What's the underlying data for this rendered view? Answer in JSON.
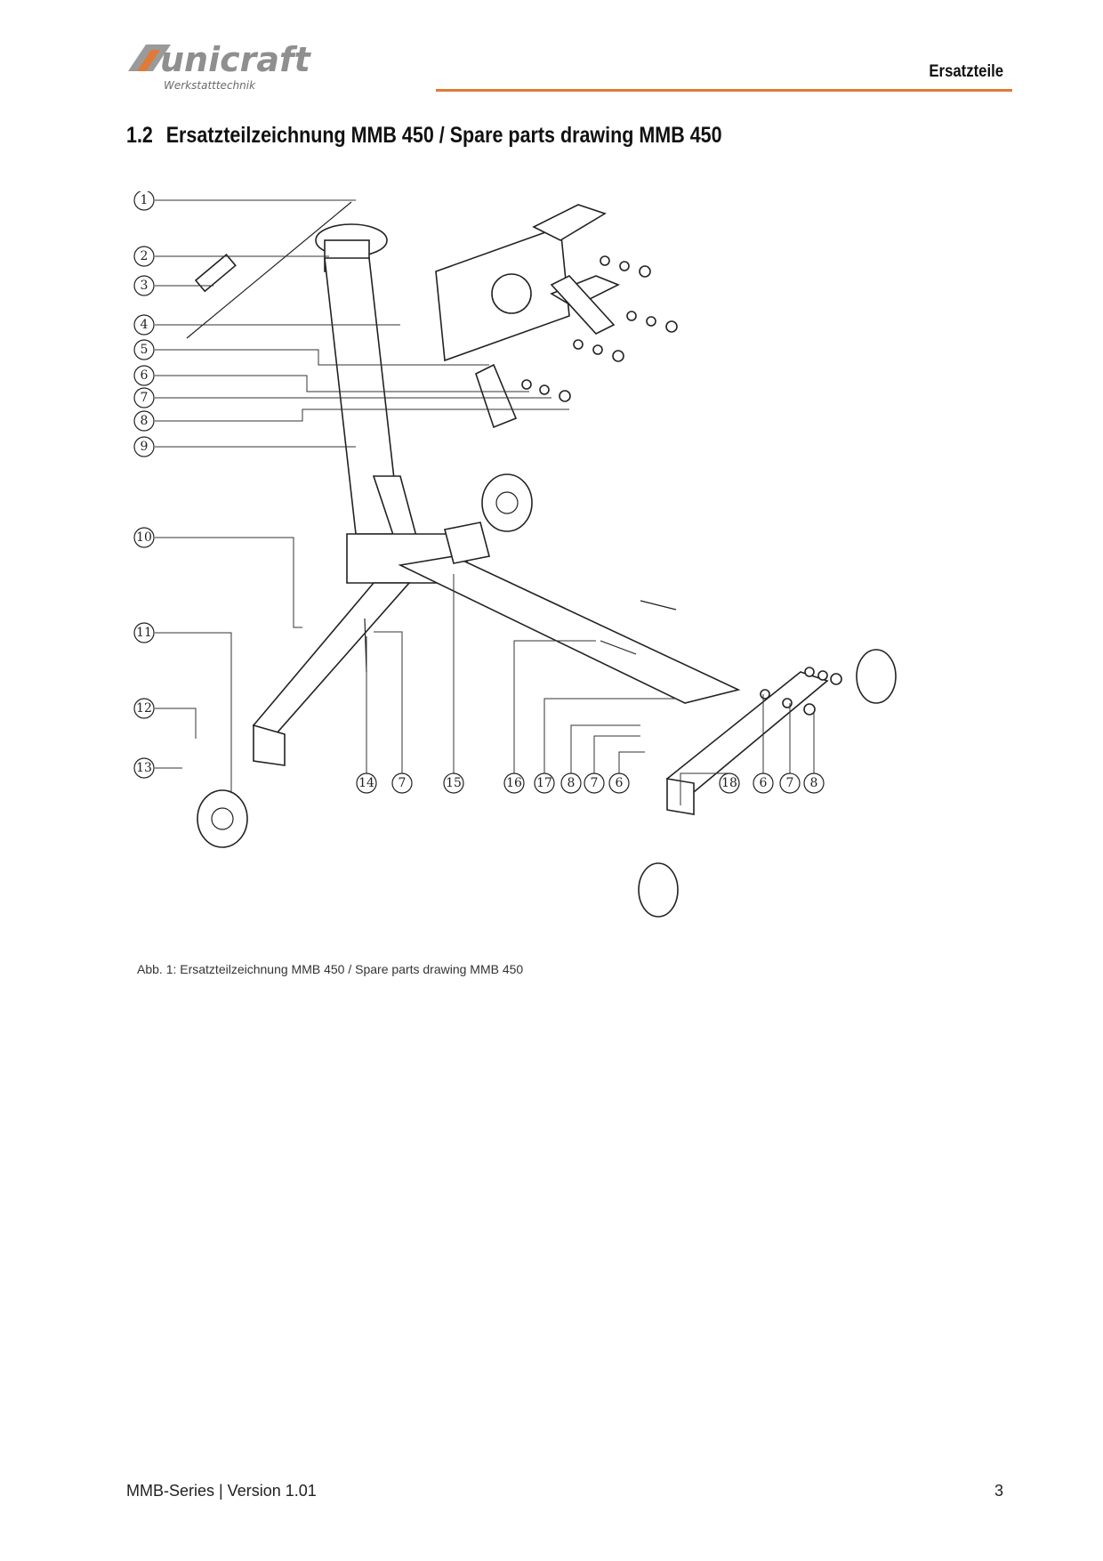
{
  "header": {
    "brand": "unicraft",
    "brand_sub": "Werkstatttechnik",
    "section": "Ersatzteile",
    "accent_color": "#e07a37"
  },
  "title": {
    "number": "1.2",
    "text": "Ersatzteilzeichnung MMB 450 / Spare parts drawing MMB 450"
  },
  "drawing": {
    "icon": "exploded-parts-drawing-icon",
    "left_callouts": [
      "1",
      "2",
      "3",
      "4",
      "5",
      "6",
      "7",
      "8",
      "9",
      "10",
      "11",
      "12",
      "13"
    ],
    "bottom_callouts": [
      "14",
      "7",
      "15",
      "16",
      "17",
      "8",
      "7",
      "6",
      "18",
      "6",
      "7",
      "8"
    ]
  },
  "caption": "Abb. 1: Ersatzteilzeichnung MMB 450 / Spare parts drawing MMB 450",
  "footer": {
    "left": "MMB-Series | Version 1.01",
    "page": "3"
  }
}
